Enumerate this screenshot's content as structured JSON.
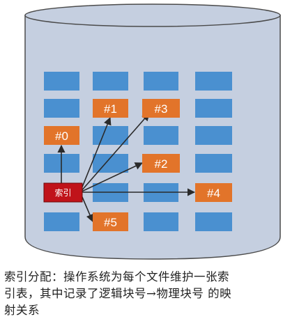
{
  "diagram": {
    "index_block_label": "索引",
    "block_labels": [
      "#0",
      "#1",
      "#2",
      "#3",
      "#4",
      "#5"
    ],
    "colors": {
      "disk_fill": "#c5cfe0",
      "disk_stroke": "#4b4b4b",
      "free_block": "#4a90d0",
      "used_block": "#e2742a",
      "index_block": "#c0131a",
      "arrow": "#2a2a2a",
      "label_text": "#ffffff"
    }
  },
  "caption": {
    "line1": "索引分配：操作系统为每个文件维护一张索",
    "line2": "引表，其中记录了逻辑块号→物理块号 的映",
    "line3": "射关系"
  }
}
